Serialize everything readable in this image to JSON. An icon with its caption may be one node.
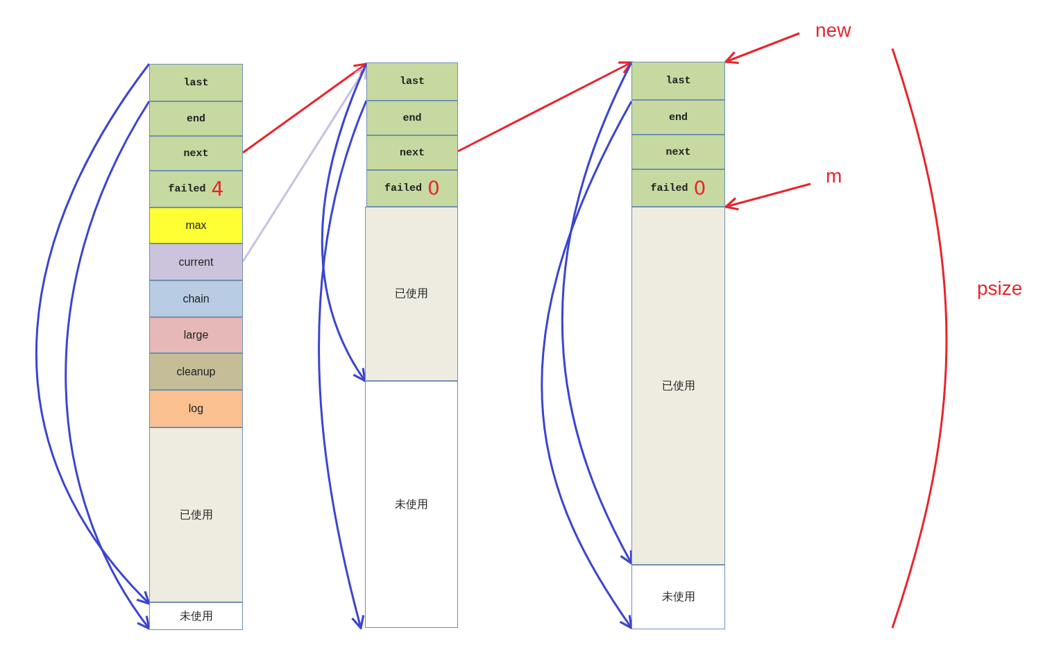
{
  "diagram": {
    "nodes": [
      {
        "text": [
          "last"
        ]
      },
      {
        "text": [
          "end"
        ]
      },
      {
        "text": [
          "next"
        ]
      },
      {
        "text": [
          "failed",
          "4"
        ]
      },
      {
        "text": [
          "max"
        ]
      },
      {
        "text": [
          "current"
        ]
      },
      {
        "text": [
          "chain"
        ]
      },
      {
        "text": [
          "large"
        ]
      },
      {
        "text": [
          "cleanup"
        ]
      },
      {
        "text": [
          "log"
        ]
      },
      {
        "text": [
          "已使用"
        ]
      },
      {
        "text": [
          "未使用"
        ]
      },
      {
        "text": [
          "last"
        ]
      },
      {
        "text": [
          "end"
        ]
      },
      {
        "text": [
          "next"
        ]
      },
      {
        "text": [
          "failed",
          "0"
        ]
      },
      {
        "text": [
          "已使用"
        ]
      },
      {
        "text": [
          "未使用"
        ]
      },
      {
        "text": [
          "last"
        ]
      },
      {
        "text": [
          "end"
        ]
      },
      {
        "text": [
          "next"
        ]
      },
      {
        "text": [
          "failed",
          "0"
        ]
      },
      {
        "text": [
          "已使用"
        ]
      },
      {
        "text": [
          "未使用"
        ]
      },
      {
        "text": [
          "new"
        ]
      },
      {
        "text": [
          "m"
        ]
      }
    ],
    "edges": [
      {
        "from": 0,
        "to": 11,
        "arrow": "to"
      },
      {
        "from": 1,
        "to": 11,
        "arrow": "to"
      },
      {
        "from": 2,
        "to": 12,
        "arrow": "to",
        "color": "#e8242c"
      },
      {
        "from": 5,
        "to": 12,
        "arrow": "to",
        "color": "#c8c0e4"
      },
      {
        "from": 12,
        "to": 17,
        "arrow": "to"
      },
      {
        "from": 13,
        "to": 17,
        "arrow": "to"
      },
      {
        "from": 14,
        "to": 18,
        "arrow": "to",
        "color": "#e8242c"
      },
      {
        "from": 18,
        "to": 23,
        "arrow": "to"
      },
      {
        "from": 19,
        "to": 23,
        "arrow": "to"
      },
      {
        "from": 24,
        "to": 18,
        "arrow": "to",
        "color": "#e8242c"
      },
      {
        "from": 25,
        "to": 22,
        "arrow": "to",
        "color": "#e8242c"
      }
    ],
    "labels": [
      "psize"
    ]
  }
}
